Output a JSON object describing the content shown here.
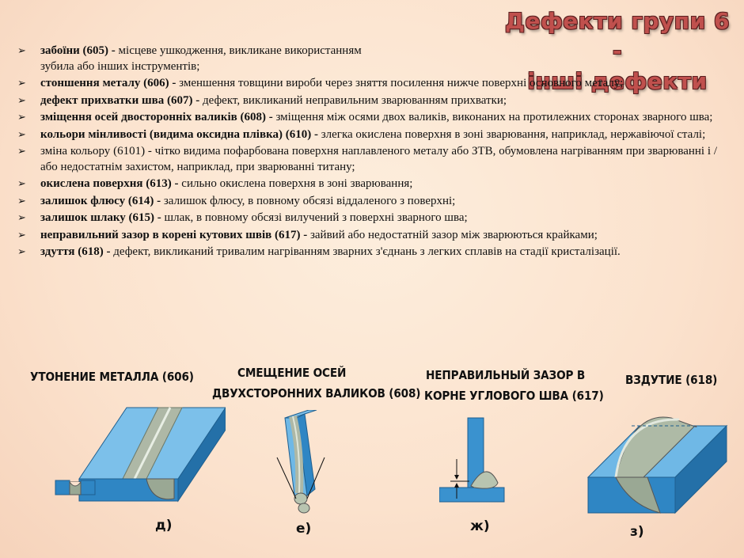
{
  "title": {
    "line1": "Дефекти групи 6 -",
    "line2": "інші дефекти"
  },
  "defects": [
    {
      "term": "забоїни (605) -",
      "desc": " місцеве ушкодження, викликане використанням",
      "desc2": "зубила або інших інструментів;"
    },
    {
      "term": "стоншення металу (606) -",
      "desc": " зменшення товщини вироби через зняття посилення нижче поверхні основного металу;"
    },
    {
      "term": "дефект прихватки шва (607) -",
      "desc": " дефект, викликаний неправильним зварюванням прихватки;"
    },
    {
      "term": "зміщення осей двосторонніх валиків (608) -",
      "desc": " зміщення між осями двох валиків, виконаних на протилежних сторонах зварного шва;"
    },
    {
      "term": "кольори мінливості (видима оксидна плівка) (610) -",
      "desc": " злегка окислена поверхня в зоні зварювання, наприклад, нержавіючої сталі;"
    },
    {
      "term": "",
      "desc": "зміна кольору (6101) - чітко видима пофарбована поверхня наплавленого металу або ЗТВ, обумовлена нагріванням при зварюванні і / або недостатнім захистом, наприклад, при зварюванні титану;"
    },
    {
      "term": "окислена поверхня (613) -",
      "desc": " сильно окислена поверхня в зоні зварювання;"
    },
    {
      "term": "залишок флюсу (614) -",
      "desc": " залишок флюсу, в повному обсязі віддаленого з поверхні;"
    },
    {
      "term": "залишок шлаку (615) -",
      "desc": " шлак, в повному обсязі вилучений з поверхні зварного шва;"
    },
    {
      "term": "неправильний зазор в корені кутових швів (617) -",
      "desc": " зайвий або недостатній зазор між зварюються крайками;"
    },
    {
      "term": "здуття (618) -",
      "desc": " дефект, викликаний тривалим нагріванням зварних з'єднань з легких сплавів на стадії кристалізації."
    }
  ],
  "figures": {
    "f606": {
      "label": "УТОНЕНИЕ МЕТАЛЛА (606)",
      "letter": "д)"
    },
    "f608": {
      "label1": "СМЕЩЕНИЕ ОСЕЙ",
      "label2": "ДВУХСТОРОННИХ ВАЛИКОВ (608)",
      "letter": "е)"
    },
    "f617": {
      "label1": "НЕПРАВИЛЬНЫЙ ЗАЗОР В",
      "label2": "КОРНЕ УГЛОВОГО ШВА (617)",
      "letter": "ж)"
    },
    "f618": {
      "label": "ВЗДУТИЕ (618)",
      "letter": "з)"
    }
  },
  "colors": {
    "title": "#c0504d",
    "plate_top": "#6fb8e6",
    "plate_side": "#2f86c4",
    "weld": "#b8c4b0"
  },
  "bullet_glyph": "➢"
}
